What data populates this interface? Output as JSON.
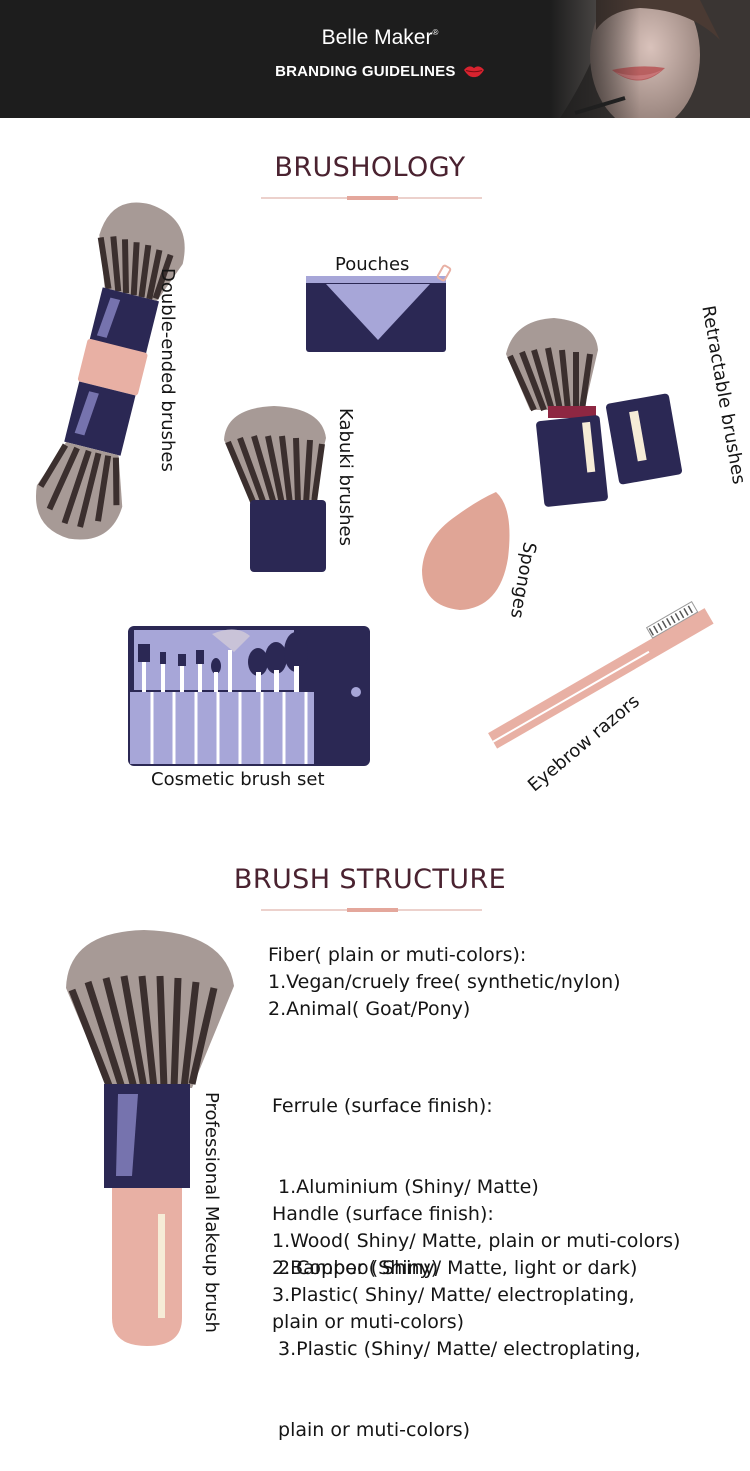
{
  "header": {
    "brand": "Belle Maker",
    "brand_mark": "®",
    "subtitle": "BRANDING GUIDELINES"
  },
  "brushology": {
    "title": "BRUSHOLOGY",
    "items": {
      "double_ended": "Double-ended brushes",
      "pouches": "Pouches",
      "kabuki": "Kabuki brushes",
      "retractable": "Retractable brushes",
      "sponges": "Sponges",
      "brush_set": "Cosmetic brush set",
      "razors": "Eyebrow razors"
    }
  },
  "structure": {
    "title": "BRUSH STRUCTURE",
    "brush_label": "Professional Makeup brush",
    "fiber": [
      "Fiber( plain or muti-colors):",
      "1.Vegan/cruely free( synthetic/nylon)",
      "2.Animal( Goat/Pony)"
    ],
    "ferrule": [
      "Ferrule (surface finish):",
      " 1.Aluminium (Shiny/ Matte)",
      " 2.Copper (Shiny)",
      " 3.Plastic (Shiny/ Matte/ electroplating,",
      " plain or muti-colors)"
    ],
    "handle": [
      "Handle (surface finish):",
      "1.Wood( Shiny/ Matte, plain or muti-colors)",
      "2.Bamboo( Shiny/ Matte, light or dark)",
      "3.Plastic( Shiny/ Matte/ electroplating,",
      "plain or muti-colors)"
    ]
  },
  "colors": {
    "navy": "#2b2854",
    "pink": "#e8b0a4",
    "lavender": "#a7a6d8",
    "heading": "#4a2230",
    "accent": "#e4a79c"
  }
}
